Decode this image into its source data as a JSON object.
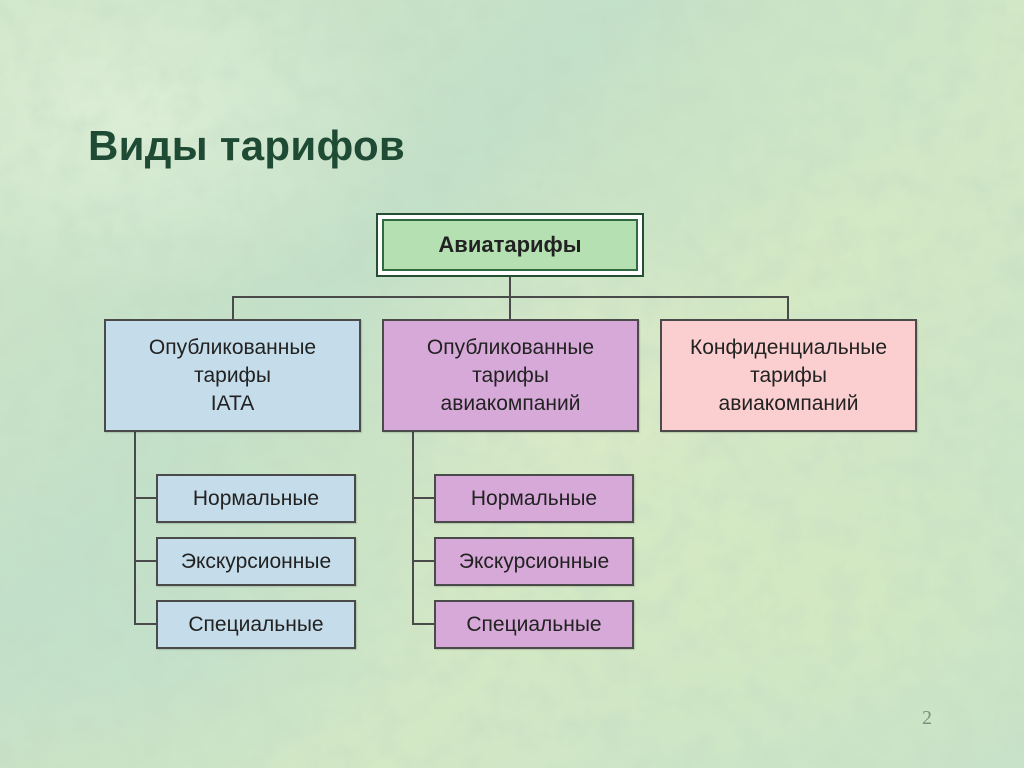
{
  "slide": {
    "title": "Виды тарифов",
    "page_number": "2"
  },
  "diagram": {
    "root": {
      "label": "Авиатарифы"
    },
    "branches": [
      {
        "label": "Опубликованные\nтарифы\nIATA",
        "color": "#c5dcea",
        "children": [
          "Нормальные",
          "Экскурсионные",
          "Специальные"
        ]
      },
      {
        "label": "Опубликованные\nтарифы\nавиакомпаний",
        "color": "#d7a9d9",
        "children": [
          "Нормальные",
          "Экскурсионные",
          "Специальные"
        ]
      },
      {
        "label": "Конфиденциальные\nтарифы\nавиакомпаний",
        "color": "#fbcfcf",
        "children": []
      }
    ]
  }
}
